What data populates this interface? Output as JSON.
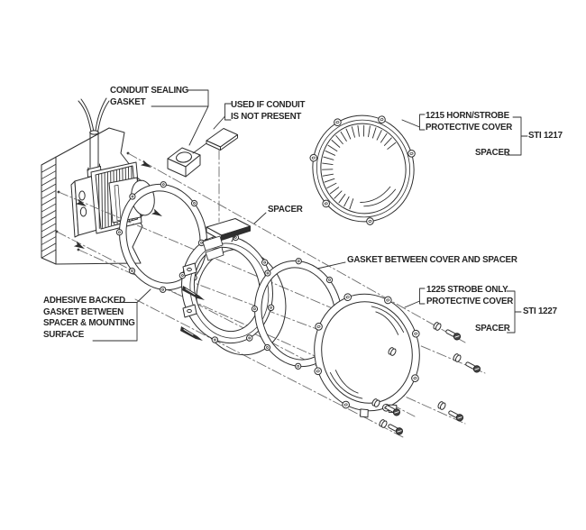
{
  "diagram": {
    "labels": {
      "conduit_sealing_gasket": [
        "CONDUIT SEALING",
        "GASKET"
      ],
      "used_if_conduit": [
        "USED IF CONDUIT",
        "IS NOT PRESENT"
      ],
      "cover_1215": [
        "1215 HORN/STROBE",
        "PROTECTIVE COVER"
      ],
      "sti_1217": "STI 1217",
      "spacer_sti_1217": "SPACER",
      "spacer_middle": "SPACER",
      "gasket_between_cover_and_spacer": "GASKET BETWEEN COVER AND SPACER",
      "cover_1225": [
        "1225 STROBE ONLY",
        "PROTECTIVE COVER"
      ],
      "sti_1227": "STI 1227",
      "spacer_sti_1227": "SPACER",
      "adhesive_backed_gasket": [
        "ADHESIVE BACKED",
        "GASKET BETWEEN",
        "SPACER & MOUNTING",
        "SURFACE"
      ]
    },
    "colors": {
      "ink": "#2e2e2e",
      "centerline": "#6b6b6b",
      "background": "#ffffff"
    }
  }
}
